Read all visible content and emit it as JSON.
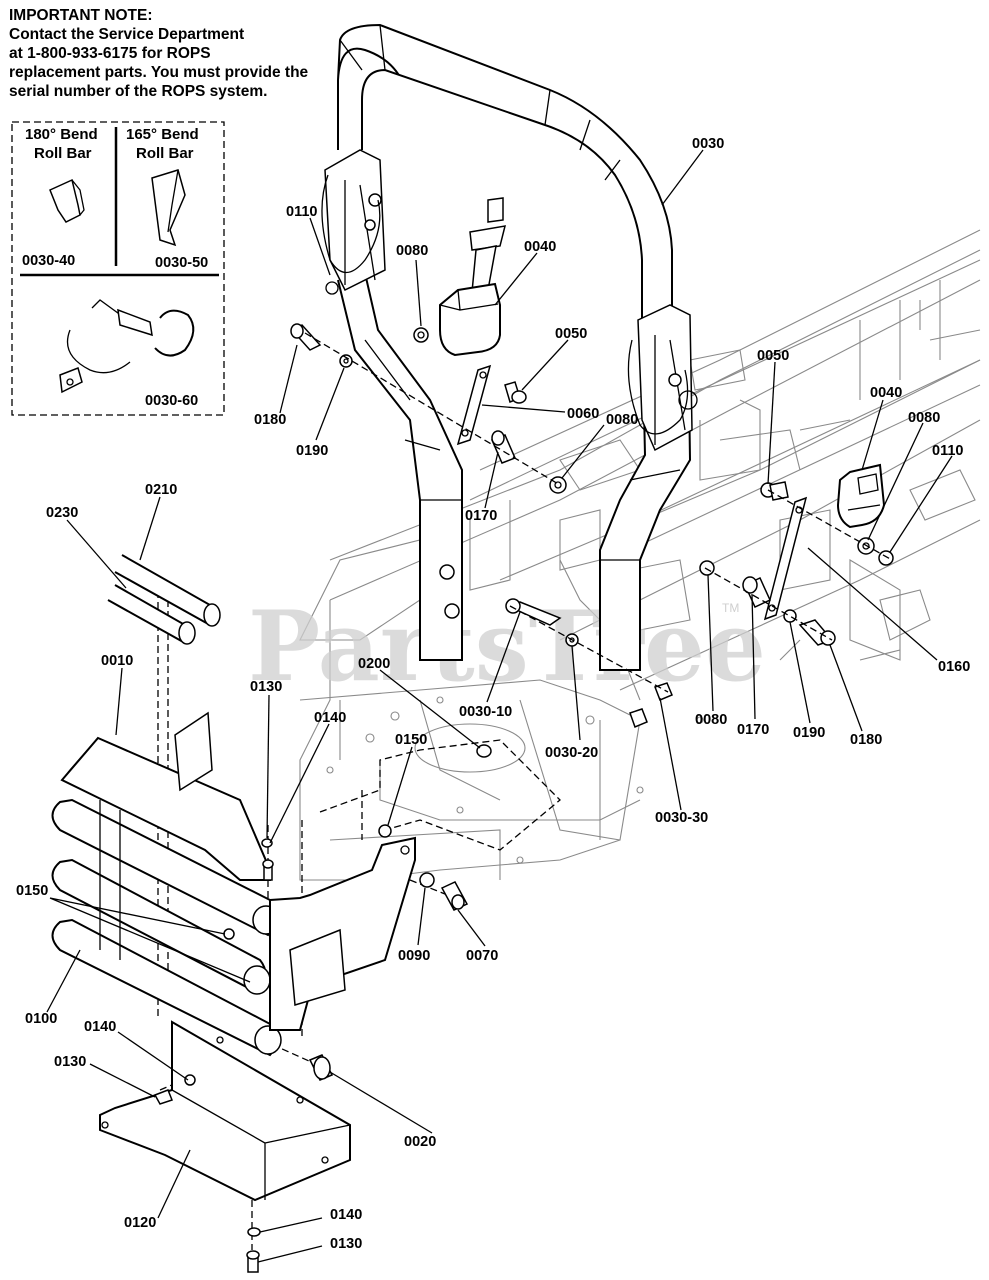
{
  "note": {
    "lines": [
      "IMPORTANT NOTE:",
      "Contact the Service Department",
      "at 1-800-933-6175 for ROPS",
      "replacement parts. You must provide the",
      "serial number of the ROPS system."
    ]
  },
  "inset": {
    "bend_180_line1": "180° Bend",
    "bend_180_line2": "Roll Bar",
    "bend_165_line1": "165° Bend",
    "bend_165_line2": "Roll Bar",
    "part_a": "0030-40",
    "part_b": "0030-50",
    "part_c": "0030-60"
  },
  "watermark": {
    "text": "PartsTree",
    "tm": "TM"
  },
  "callouts": [
    {
      "id": "0030"
    },
    {
      "id": "0110"
    },
    {
      "id": "0080"
    },
    {
      "id": "0040"
    },
    {
      "id": "0050"
    },
    {
      "id": "0060"
    },
    {
      "id": "0180"
    },
    {
      "id": "0190"
    },
    {
      "id": "0080"
    },
    {
      "id": "0170"
    },
    {
      "id": "0050"
    },
    {
      "id": "0040"
    },
    {
      "id": "0080"
    },
    {
      "id": "0110"
    },
    {
      "id": "0160"
    },
    {
      "id": "0210"
    },
    {
      "id": "0230"
    },
    {
      "id": "0010"
    },
    {
      "id": "0130"
    },
    {
      "id": "0140"
    },
    {
      "id": "0150"
    },
    {
      "id": "0200"
    },
    {
      "id": "0030-10"
    },
    {
      "id": "0030-20"
    },
    {
      "id": "0030-30"
    },
    {
      "id": "0080"
    },
    {
      "id": "0170"
    },
    {
      "id": "0190"
    },
    {
      "id": "0180"
    },
    {
      "id": "0150"
    },
    {
      "id": "0090"
    },
    {
      "id": "0070"
    },
    {
      "id": "0100"
    },
    {
      "id": "0140"
    },
    {
      "id": "0130"
    },
    {
      "id": "0020"
    },
    {
      "id": "0120"
    },
    {
      "id": "0140"
    },
    {
      "id": "0130"
    }
  ]
}
